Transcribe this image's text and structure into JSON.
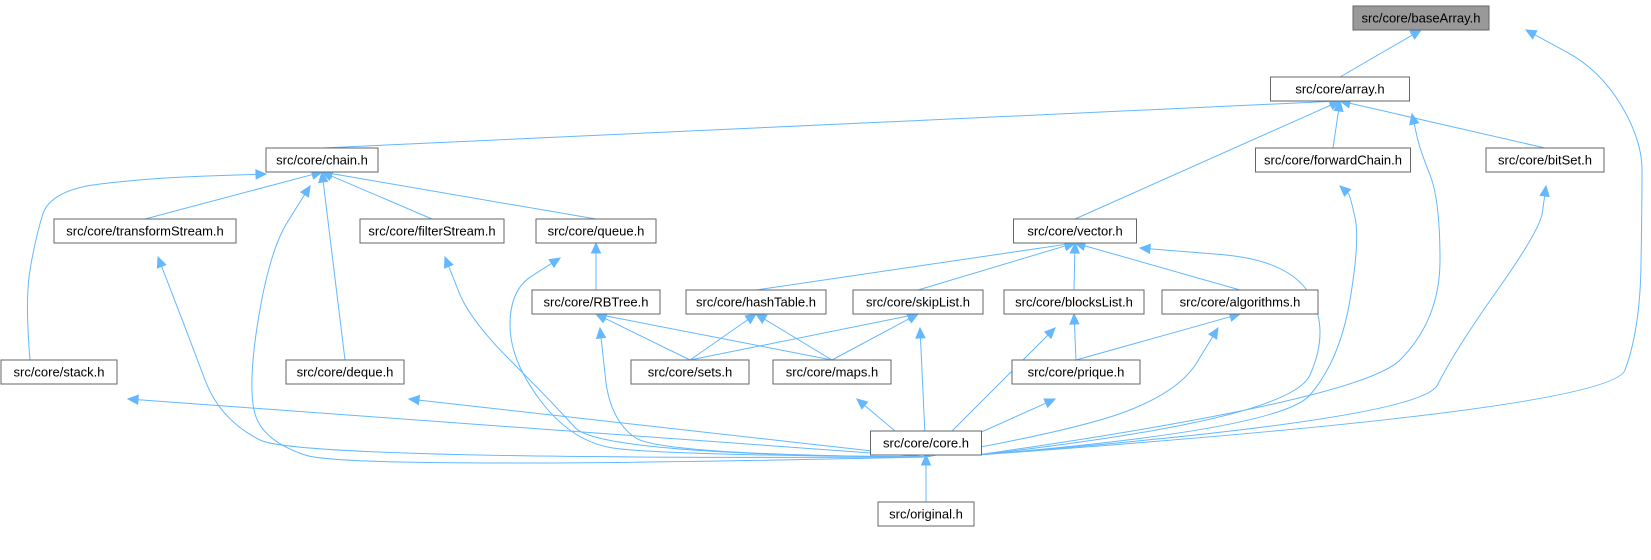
{
  "colors": {
    "edge": "#63b8ff",
    "node_border": "#666666",
    "focus_fill": "#999999",
    "node_fill": "#ffffff"
  },
  "nodes": [
    {
      "id": "baseArray",
      "label": "src/core/baseArray.h",
      "focus": true
    },
    {
      "id": "array",
      "label": "src/core/array.h"
    },
    {
      "id": "chain",
      "label": "src/core/chain.h"
    },
    {
      "id": "forwardChain",
      "label": "src/core/forwardChain.h"
    },
    {
      "id": "bitSet",
      "label": "src/core/bitSet.h"
    },
    {
      "id": "transformStream",
      "label": "src/core/transformStream.h"
    },
    {
      "id": "filterStream",
      "label": "src/core/filterStream.h"
    },
    {
      "id": "queue",
      "label": "src/core/queue.h"
    },
    {
      "id": "vector",
      "label": "src/core/vector.h"
    },
    {
      "id": "RBTree",
      "label": "src/core/RBTree.h"
    },
    {
      "id": "hashTable",
      "label": "src/core/hashTable.h"
    },
    {
      "id": "skipList",
      "label": "src/core/skipList.h"
    },
    {
      "id": "blocksList",
      "label": "src/core/blocksList.h"
    },
    {
      "id": "algorithms",
      "label": "src/core/algorithms.h"
    },
    {
      "id": "stack",
      "label": "src/core/stack.h"
    },
    {
      "id": "deque",
      "label": "src/core/deque.h"
    },
    {
      "id": "sets",
      "label": "src/core/sets.h"
    },
    {
      "id": "maps",
      "label": "src/core/maps.h"
    },
    {
      "id": "prique",
      "label": "src/core/prique.h"
    },
    {
      "id": "core",
      "label": "src/core/core.h"
    },
    {
      "id": "original",
      "label": "src/original.h"
    }
  ],
  "edges": [
    [
      "array",
      "baseArray"
    ],
    [
      "core",
      "baseArray"
    ],
    [
      "chain",
      "array"
    ],
    [
      "forwardChain",
      "array"
    ],
    [
      "bitSet",
      "array"
    ],
    [
      "vector",
      "array"
    ],
    [
      "core",
      "array"
    ],
    [
      "transformStream",
      "chain"
    ],
    [
      "filterStream",
      "chain"
    ],
    [
      "queue",
      "chain"
    ],
    [
      "stack",
      "chain"
    ],
    [
      "deque",
      "chain"
    ],
    [
      "core",
      "chain"
    ],
    [
      "core",
      "forwardChain"
    ],
    [
      "core",
      "bitSet"
    ],
    [
      "core",
      "transformStream"
    ],
    [
      "core",
      "filterStream"
    ],
    [
      "RBTree",
      "queue"
    ],
    [
      "core",
      "queue"
    ],
    [
      "hashTable",
      "vector"
    ],
    [
      "skipList",
      "vector"
    ],
    [
      "blocksList",
      "vector"
    ],
    [
      "algorithms",
      "vector"
    ],
    [
      "core",
      "vector"
    ],
    [
      "sets",
      "RBTree"
    ],
    [
      "maps",
      "RBTree"
    ],
    [
      "core",
      "RBTree"
    ],
    [
      "sets",
      "hashTable"
    ],
    [
      "maps",
      "hashTable"
    ],
    [
      "sets",
      "skipList"
    ],
    [
      "maps",
      "skipList"
    ],
    [
      "core",
      "skipList"
    ],
    [
      "prique",
      "blocksList"
    ],
    [
      "core",
      "blocksList"
    ],
    [
      "prique",
      "algorithms"
    ],
    [
      "core",
      "algorithms"
    ],
    [
      "core",
      "stack"
    ],
    [
      "core",
      "deque"
    ],
    [
      "core",
      "maps"
    ],
    [
      "core",
      "prique"
    ],
    [
      "original",
      "core"
    ]
  ]
}
